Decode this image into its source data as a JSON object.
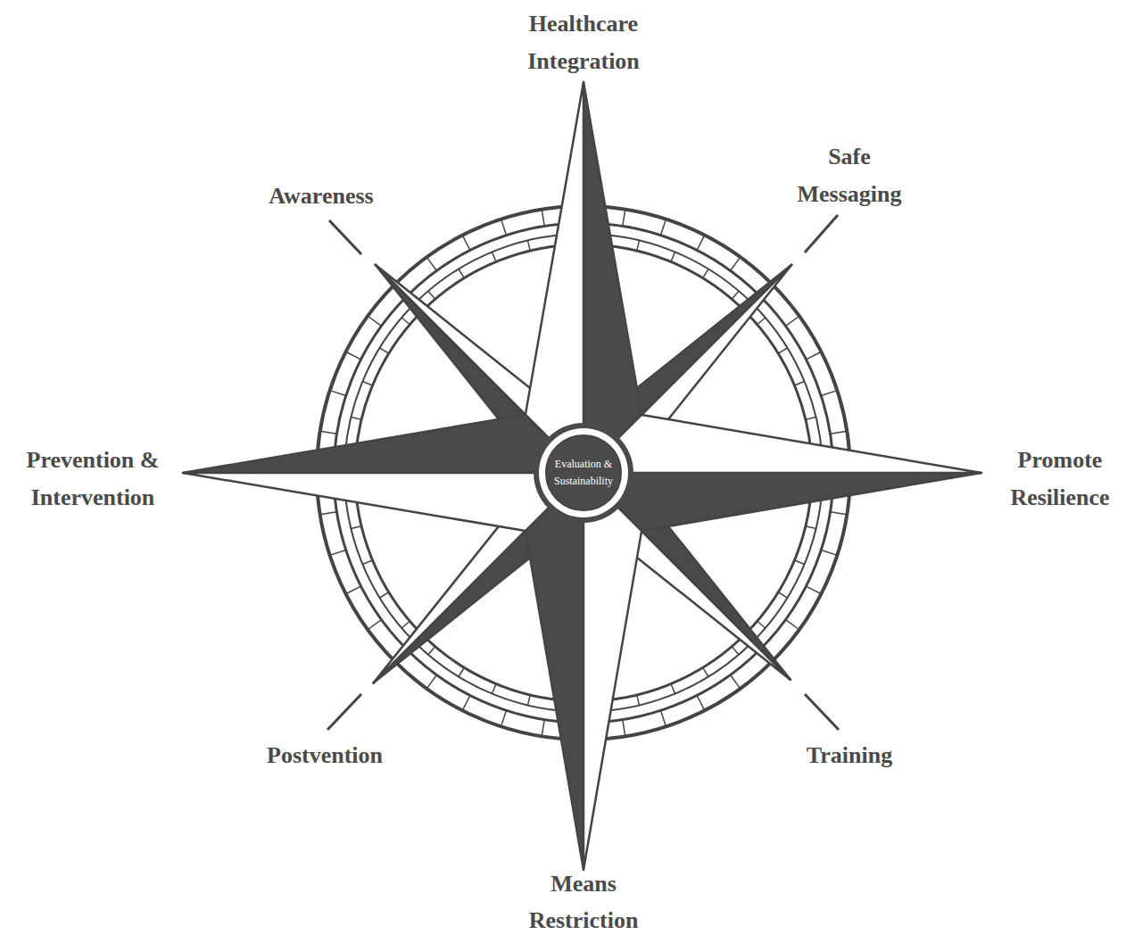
{
  "diagram": {
    "nodes": [
      {
        "text": [
          "Evaluation & Sustainability"
        ]
      }
    ],
    "labels": [
      "Healthcare Integration",
      "Safe Messaging",
      "Promote Resilience",
      "Training",
      "Means Restriction",
      "Postvention",
      "Prevention & Intervention",
      "Awareness"
    ]
  }
}
